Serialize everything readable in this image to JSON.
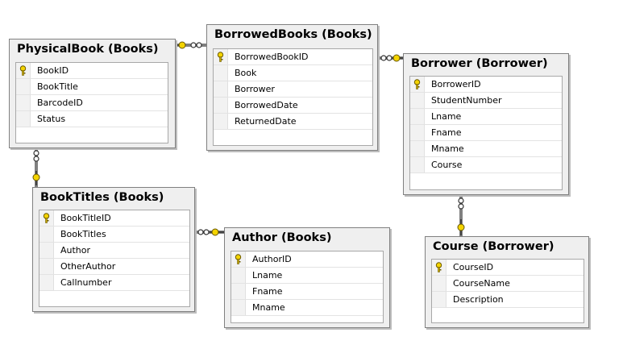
{
  "tables": [
    {
      "id": "physicalbook",
      "title": "PhysicalBook (Books)",
      "rows": [
        {
          "label": "BookID",
          "pk": true
        },
        {
          "label": "BookTitle",
          "pk": false
        },
        {
          "label": "BarcodeID",
          "pk": false
        },
        {
          "label": "Status",
          "pk": false
        }
      ]
    },
    {
      "id": "borrowedbooks",
      "title": "BorrowedBooks (Books)",
      "rows": [
        {
          "label": "BorrowedBookID",
          "pk": true
        },
        {
          "label": "Book",
          "pk": false
        },
        {
          "label": "Borrower",
          "pk": false
        },
        {
          "label": "BorrowedDate",
          "pk": false
        },
        {
          "label": "ReturnedDate",
          "pk": false
        }
      ]
    },
    {
      "id": "borrower",
      "title": "Borrower (Borrower)",
      "rows": [
        {
          "label": "BorrowerID",
          "pk": true
        },
        {
          "label": "StudentNumber",
          "pk": false
        },
        {
          "label": "Lname",
          "pk": false
        },
        {
          "label": "Fname",
          "pk": false
        },
        {
          "label": "Mname",
          "pk": false
        },
        {
          "label": "Course",
          "pk": false
        }
      ]
    },
    {
      "id": "booktitles",
      "title": "BookTitles (Books)",
      "rows": [
        {
          "label": "BookTitleID",
          "pk": true
        },
        {
          "label": "BookTitles",
          "pk": false
        },
        {
          "label": "Author",
          "pk": false
        },
        {
          "label": "OtherAuthor",
          "pk": false
        },
        {
          "label": "Callnumber",
          "pk": false
        }
      ]
    },
    {
      "id": "author",
      "title": "Author (Books)",
      "rows": [
        {
          "label": "AuthorID",
          "pk": true
        },
        {
          "label": "Lname",
          "pk": false
        },
        {
          "label": "Fname",
          "pk": false
        },
        {
          "label": "Mname",
          "pk": false
        }
      ]
    },
    {
      "id": "course",
      "title": "Course (Borrower)",
      "rows": [
        {
          "label": "CourseID",
          "pk": true
        },
        {
          "label": "CourseName",
          "pk": false
        },
        {
          "label": "Description",
          "pk": false
        }
      ]
    }
  ],
  "relationships": [
    {
      "from": "borrowedbooks",
      "to": "physicalbook"
    },
    {
      "from": "borrowedbooks",
      "to": "borrower"
    },
    {
      "from": "physicalbook",
      "to": "booktitles"
    },
    {
      "from": "booktitles",
      "to": "author"
    },
    {
      "from": "borrower",
      "to": "course"
    }
  ],
  "colors": {
    "key": "#e8c800",
    "connector": "#555555",
    "panel": "#efefef"
  }
}
